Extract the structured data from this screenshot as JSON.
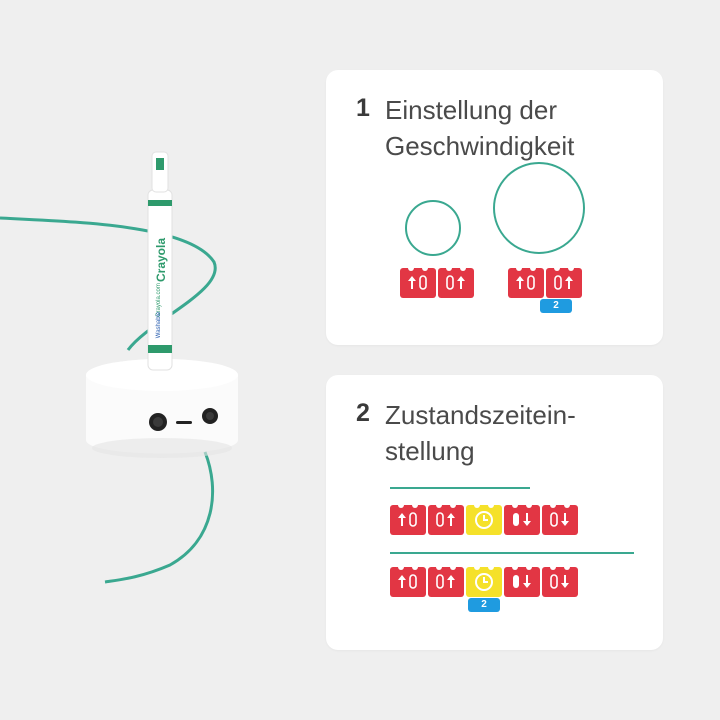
{
  "colors": {
    "background": "#efefef",
    "card": "#ffffff",
    "accent_green": "#3aa890",
    "block_red": "#e23644",
    "block_yellow": "#f5e12a",
    "badge_blue": "#1f9be0"
  },
  "robot_photo": {
    "marker_brand": "Crayola",
    "marker_url": "Crayola.com",
    "marker_tag": "Washable"
  },
  "section1": {
    "number": "1",
    "title": "Einstellung der Geschwindigkeit",
    "left_blocks": [
      "speed-up-icon",
      "speed-up-icon"
    ],
    "right_blocks": [
      "speed-up-icon",
      "speed-up-icon"
    ],
    "right_badge": "2"
  },
  "section2": {
    "number": "2",
    "title": "Zustandszeitein-\nstellung",
    "row1_blocks": [
      "forward-icon",
      "forward-icon",
      "timer-icon",
      "backward-icon",
      "backward-icon"
    ],
    "row2_blocks": [
      "forward-icon",
      "forward-icon",
      "timer-icon",
      "backward-icon",
      "backward-icon"
    ],
    "row2_badge": "2"
  }
}
